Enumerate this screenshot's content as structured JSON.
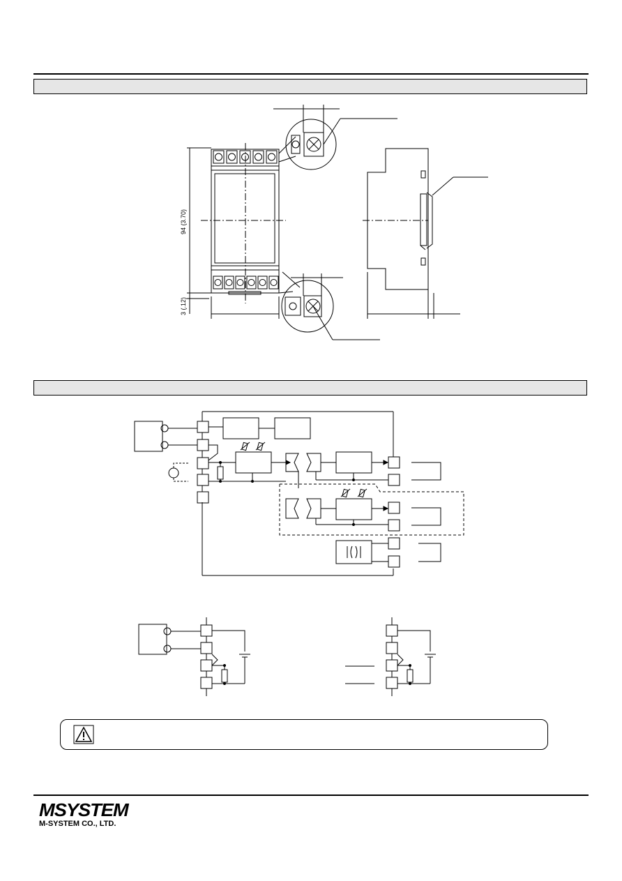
{
  "dimensions": {
    "height_label": "94 (3.70)",
    "bottom_offset_label": "3 (.12)"
  },
  "footer": {
    "logo_text": "MSYSTEM",
    "company_name": "M-SYSTEM CO., LTD."
  }
}
